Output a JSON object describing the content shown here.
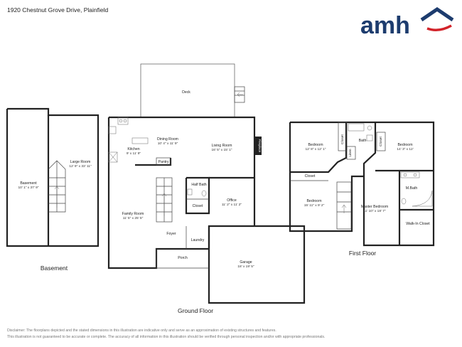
{
  "header": {
    "address": "1920 Chestnut Grove Drive, Plainfield",
    "logo_text": "amh",
    "brand_color": "#1d3c6e",
    "accent_color": "#d2232a"
  },
  "floors": {
    "basement": "Basement",
    "ground": "Ground Floor",
    "first": "First Floor"
  },
  "rooms": {
    "deck": {
      "name": "Deck"
    },
    "basement": {
      "name": "Basement",
      "dim": "10' 1\" x 37' 9\""
    },
    "large_room": {
      "name": "Large Room",
      "dim": "12' 9\" x 33' 11\""
    },
    "kitchen": {
      "name": "Kitchen",
      "dim": "9' x 11' 9\""
    },
    "dining": {
      "name": "Dining Room",
      "dim": "10' 4\" x 11' 9\""
    },
    "living": {
      "name": "Living Room",
      "dim": "16' 5\" x 15' 1\""
    },
    "fireplace": {
      "name": "Fireplace"
    },
    "pantry": {
      "name": "Pantry"
    },
    "half_bath": {
      "name": "Half Bath"
    },
    "gf_closet": {
      "name": "Closet"
    },
    "office": {
      "name": "Office",
      "dim": "11' 2\" x 11' 2\""
    },
    "family": {
      "name": "Family Room",
      "dim": "11' 5\" x 25' 5\""
    },
    "foyer": {
      "name": "Foyer"
    },
    "laundry": {
      "name": "Laundry"
    },
    "porch": {
      "name": "Porch"
    },
    "garage": {
      "name": "Garage",
      "dim": "18' x 19' 5\""
    },
    "bed1": {
      "name": "Bedroom",
      "dim": "12' 8\" x 12' 1\""
    },
    "closet_a": {
      "name": "Closet"
    },
    "bath": {
      "name": "Bath"
    },
    "linen": {
      "name": "Linen"
    },
    "closet_b": {
      "name": "Closet"
    },
    "bed2": {
      "name": "Bedroom",
      "dim": "14' 3\" x 12'"
    },
    "closet_c": {
      "name": "Closet"
    },
    "bed3": {
      "name": "Bedroom",
      "dim": "15' 11\" x 9' 2\""
    },
    "master": {
      "name": "Master Bedroom",
      "dim": "11' 10\" x 18' 7\""
    },
    "mbath": {
      "name": "M.Bath"
    },
    "walkin": {
      "name": "Walk-In Closet"
    }
  },
  "disclaimer": {
    "line1": "Disclaimer: The floorplans depicted and the stated dimensions in this illustration are indicative only and serve as an approximation of existing structures and features.",
    "line2": "This illustration is not guaranteed to be accurate or complete. The accuracy of all information in this illustration should be verified through personal inspection and/or with appropriate professionals."
  }
}
